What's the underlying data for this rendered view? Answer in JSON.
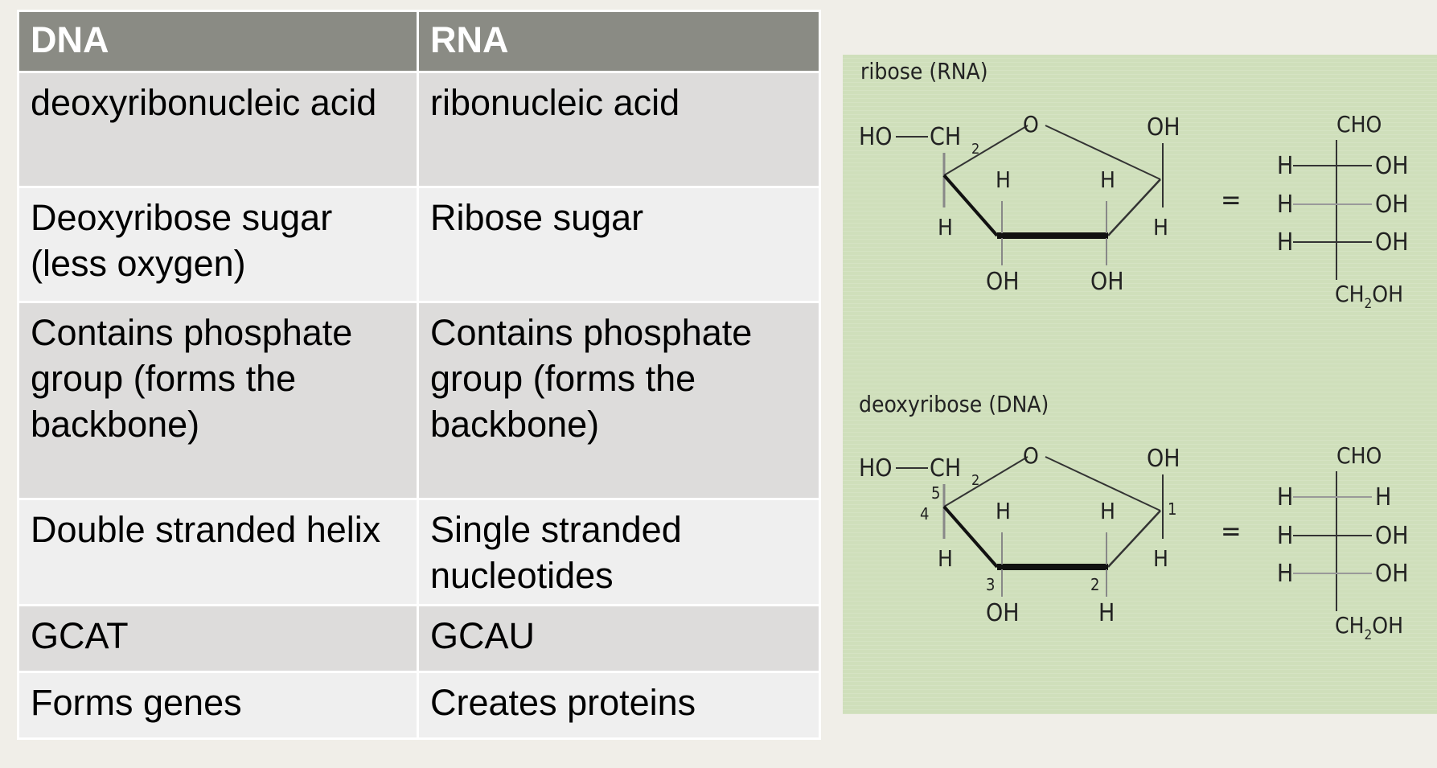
{
  "table": {
    "headers": [
      "DNA",
      "RNA"
    ],
    "rows": [
      [
        "deoxyribonucleic acid",
        "ribonucleic acid"
      ],
      [
        "Deoxyribose sugar (less oxygen)",
        "Ribose sugar"
      ],
      [
        "Contains phosphate group (forms the backbone)",
        "Contains phosphate group (forms the backbone)"
      ],
      [
        "Double stranded helix",
        "Single stranded nucleotides"
      ],
      [
        "GCAT",
        "GCAU"
      ],
      [
        "Forms genes",
        "Creates proteins"
      ]
    ]
  },
  "diagram": {
    "ribose": {
      "title": "ribose (RNA)",
      "ring_labels": {
        "ho": "HO",
        "ch2": "CH",
        "ch2_sub": "2",
        "o": "O",
        "top_left_h": "H",
        "top_right_h": "H",
        "c1_oh": "OH",
        "c1_h": "H",
        "c4_h": "H",
        "c3_group": "OH",
        "c2_group": "OH"
      },
      "chain": {
        "top": "CHO",
        "rows": [
          {
            "left": "H",
            "right": "OH"
          },
          {
            "left": "H",
            "right": "OH"
          },
          {
            "left": "H",
            "right": "OH"
          }
        ],
        "bottom": "CH",
        "bottom_sub": "2",
        "bottom_end": "OH"
      },
      "equals": "="
    },
    "deoxyribose": {
      "title": "deoxyribose (DNA)",
      "ring_labels": {
        "ho": "HO",
        "ch2": "CH",
        "ch2_sub": "2",
        "o": "O",
        "top_left_h": "H",
        "top_right_h": "H",
        "c1_oh": "OH",
        "c1_h": "H",
        "c4_h": "H",
        "c3_group": "OH",
        "c2_group": "H",
        "n5": "5",
        "n4": "4",
        "n3": "3",
        "n2": "2",
        "n1": "1"
      },
      "chain": {
        "top": "CHO",
        "rows": [
          {
            "left": "H",
            "right": "H"
          },
          {
            "left": "H",
            "right": "OH"
          },
          {
            "left": "H",
            "right": "OH"
          }
        ],
        "bottom": "CH",
        "bottom_sub": "2",
        "bottom_end": "OH"
      },
      "equals": "="
    }
  }
}
